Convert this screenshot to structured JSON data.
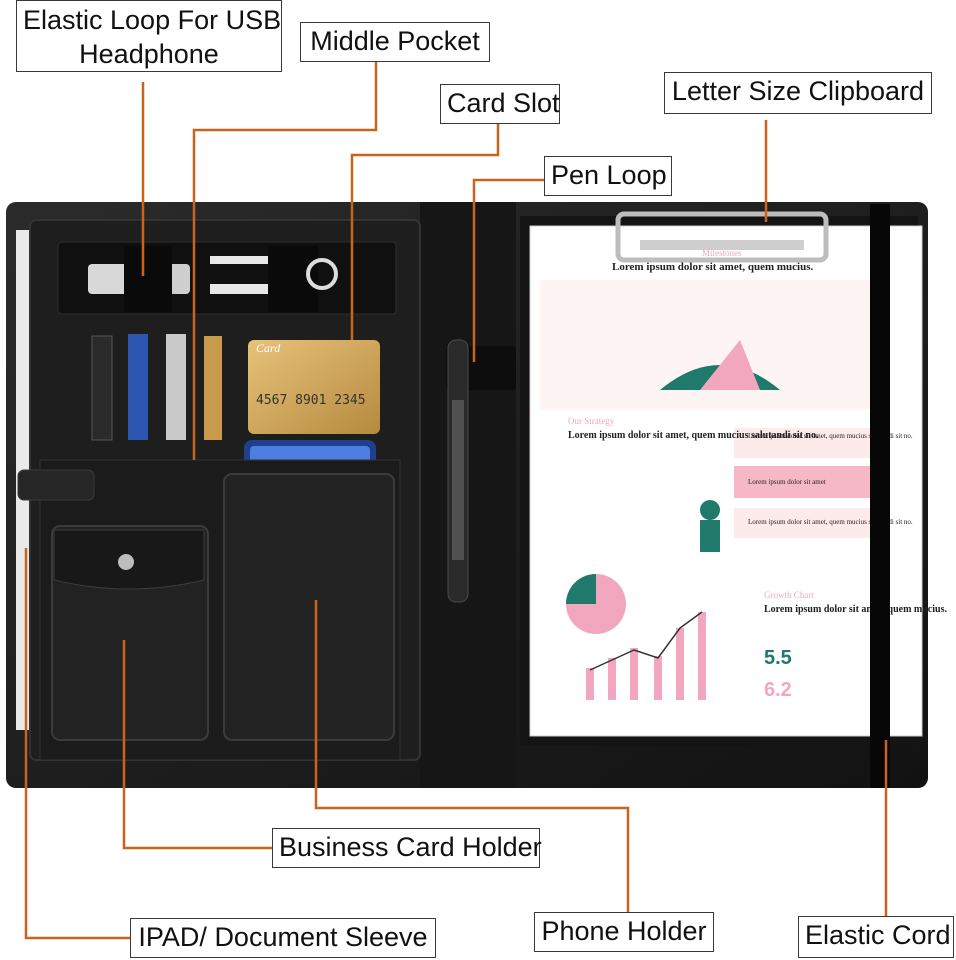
{
  "labels": {
    "elastic_loop": "Elastic Loop For USB Headphone",
    "elastic_loop_line1": "Elastic Loop For USB",
    "elastic_loop_line2": "Headphone",
    "middle_pocket": "Middle Pocket",
    "card_slot": "Card Slot",
    "pen_loop": "Pen Loop",
    "letter_clipboard": "Letter Size Clipboard",
    "business_card_holder": "Business Card Holder",
    "ipad_sleeve": "IPAD/ Document Sleeve",
    "phone_holder": "Phone Holder",
    "elastic_cord": "Elastic Cord"
  },
  "clipboard_sheet": {
    "milestones_title": "Milestones",
    "milestones_sub": "Lorem ipsum dolor sit amet, quem mucius.",
    "strategy_title": "Our Strategy",
    "strategy_text": "Lorem ipsum dolor sit amet, quem mucius salutandi sit no.",
    "box1": "Lorem ipsum dolor sit amet, quem mucius salutandi sit no.",
    "box2": "Lorem ipsum dolor sit amet",
    "box3": "Lorem ipsum dolor sit amet, quem mucius salutandi sit no.",
    "growth_title": "Growth Chart",
    "growth_text": "Lorem ipsum dolor sit amet, quem mucius.",
    "stat1": "5.5",
    "stat2": "6.2",
    "card_brand": "Card",
    "card_number": "4567 8901 2345"
  },
  "colors": {
    "leader": "#c8641e",
    "leather": "#1a1a1a",
    "accent_pink": "#f2a7bf",
    "accent_green": "#1f7a6b"
  }
}
